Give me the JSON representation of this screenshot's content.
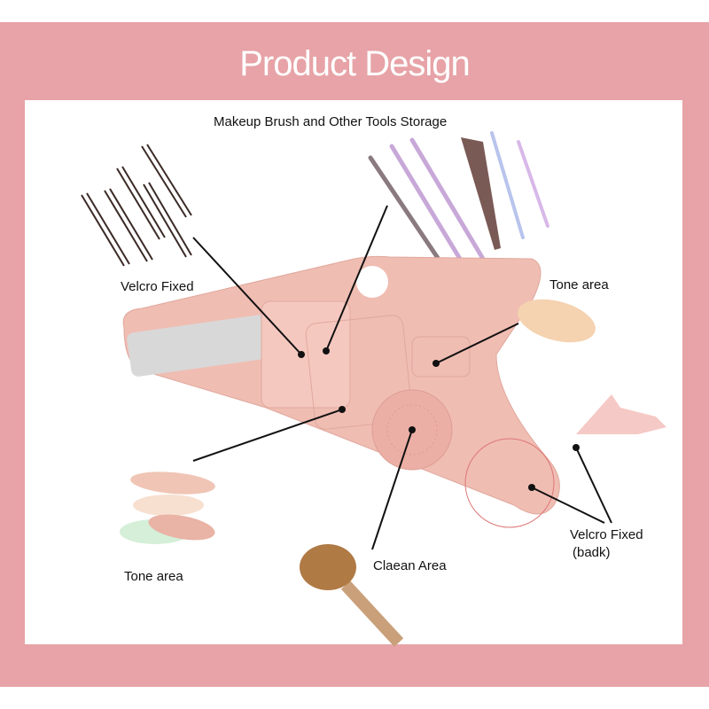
{
  "header": {
    "title": "Product Design"
  },
  "labels": {
    "storage": "Makeup Brush and Other Tools Storage",
    "velcro_fixed": "Velcro Fixed",
    "tone_area_right": "Tone area",
    "tone_area_left": "Tone area",
    "clean_area": "Claean Area",
    "velcro_back_line1": "Velcro Fixed",
    "velcro_back_line2": "(badk)"
  },
  "colors": {
    "frame": "#e7a3a7",
    "mat": "#f0bdb3",
    "text": "#111111"
  }
}
